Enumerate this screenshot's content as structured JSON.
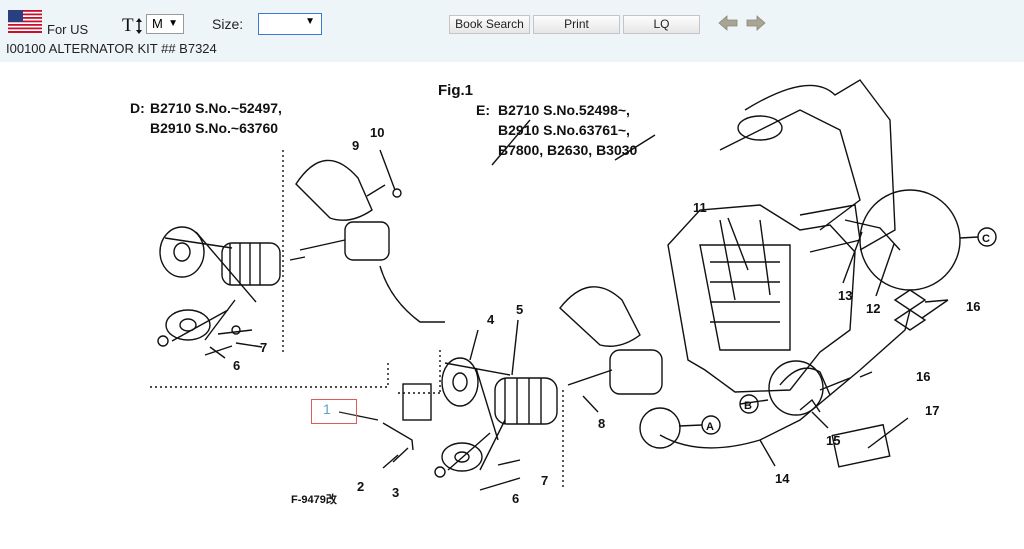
{
  "header": {
    "region_label": "For US",
    "font_size_value": "M",
    "size_label": "Size:",
    "size_value": "",
    "buttons": {
      "book_search": "Book Search",
      "print": "Print",
      "lq": "LQ"
    },
    "doc_title": "I00100 ALTERNATOR KIT ## B7324"
  },
  "diagram": {
    "figure_label": "Fig.1",
    "note_d": {
      "prefix": "D:",
      "line1": "B2710 S.No.~52497,",
      "line2": "B2910 S.No.~63760"
    },
    "note_e": {
      "prefix": "E:",
      "line1": "B2710 S.No.52498~,",
      "line2": "B2910 S.No.63761~,",
      "line3": "B7800, B2630, B3030"
    },
    "callouts": {
      "c1": "1",
      "c2": "2",
      "c3": "3",
      "c4": "4",
      "c5": "5",
      "c6a": "6",
      "c6b": "6",
      "c7a": "7",
      "c7b": "7",
      "c8": "8",
      "c9": "9",
      "c10": "10",
      "c11": "11",
      "c12": "12",
      "c13": "13",
      "c14": "14",
      "c15": "15",
      "c16a": "16",
      "c16b": "16",
      "c17": "17"
    },
    "detail_a": "A",
    "detail_b": "B",
    "detail_c": "C",
    "figure_code": "F-9479改"
  },
  "icons": {
    "flag": "us-flag-icon",
    "font_size": "font-size-icon",
    "back": "arrow-left-icon",
    "forward": "arrow-right-icon"
  },
  "colors": {
    "topbar": "#eef5f9",
    "highlight_border": "#e05a5a",
    "highlight_text": "#5aa3c8",
    "size_select_border": "#3b78d8"
  }
}
